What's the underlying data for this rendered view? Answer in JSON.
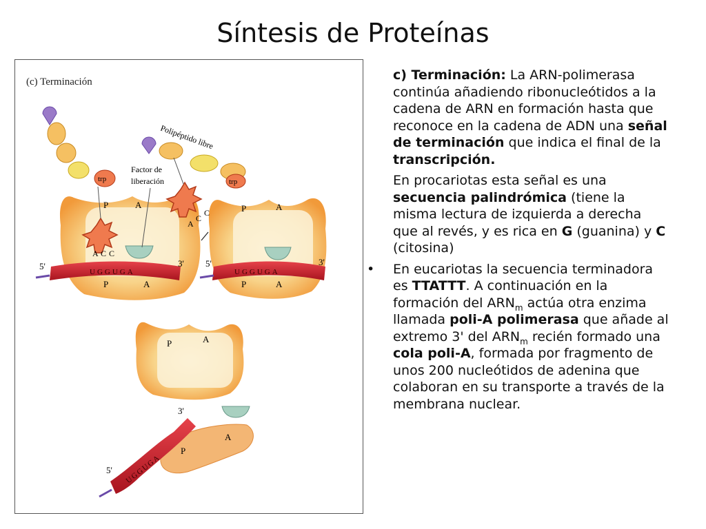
{
  "slide": {
    "title": "Síntesis de Proteínas"
  },
  "figure": {
    "panel_label": "(c) Terminación",
    "label_polypeptide": "Polipéptido libre",
    "label_factor_line1": "Factor de",
    "label_factor_line2": "liberación",
    "trp": "trp",
    "site_p": "P",
    "site_a": "A",
    "end_5": "5'",
    "end_3": "3'",
    "codons": "UGGUGA",
    "anticodon": [
      "A",
      "C",
      "C"
    ],
    "mrna_free_letters": "UGGUGA"
  },
  "body": {
    "para1": {
      "lead": "c) Terminación:",
      "t1": " La ARN-polimerasa continúa añadiendo ribonucleótidos a la cadena de ARN en formación hasta que reconoce en la cadena de ADN una ",
      "b1": "señal de terminación",
      "t2": " que indica el final de la ",
      "b2": "transcripción."
    },
    "para2": {
      "t1": "En procariotas esta señal es una ",
      "b1": "secuencia palindrómica",
      "t2": " (tiene la misma lectura de izquierda a derecha que al revés, y es rica en ",
      "b2": "G",
      "t3": " (guanina) y ",
      "b3": "C",
      "t4": " (citosina)"
    },
    "para3": {
      "bullet": "•",
      "t1": "En eucariotas la secuencia terminadora es ",
      "b1": "TTATTT",
      "t2": ". A continuación en la formación del ARN",
      "sub1": "m",
      "t3": " actúa otra enzima llamada ",
      "b2": "poli-A polimerasa",
      "t4": " que añade al extremo 3' del ARN",
      "sub2": "m",
      "t5": " recién formado una ",
      "b3": "cola poli-A",
      "t6": ", formada por fragmento de unos 200 nucleótidos de adenina que colaboran en su transporte a través de la membrana nuclear."
    }
  }
}
